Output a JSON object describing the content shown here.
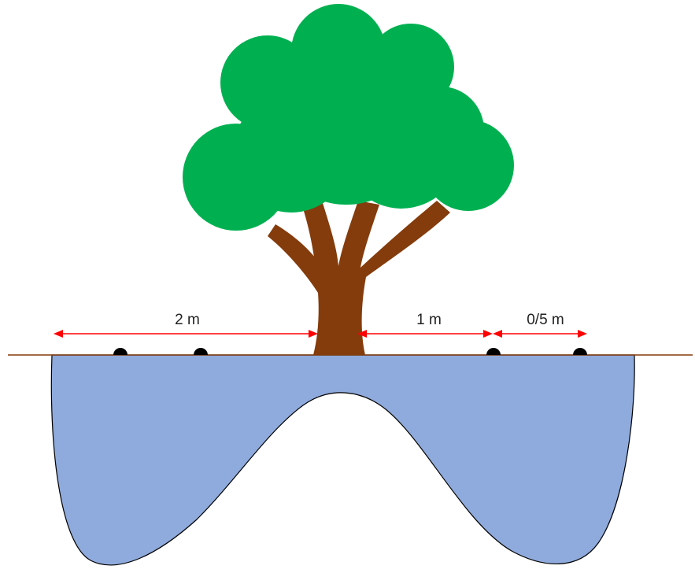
{
  "dimensions": {
    "left_distance": "2 m",
    "middle_distance": "1 m",
    "right_distance": "0/5 m"
  },
  "colors": {
    "foliage": "#00b050",
    "trunk": "#843c0c",
    "water": "#8faadc",
    "ground_line": "#843c0c",
    "arrow": "#ff0000",
    "marker": "#000000"
  },
  "marker_count": 4
}
